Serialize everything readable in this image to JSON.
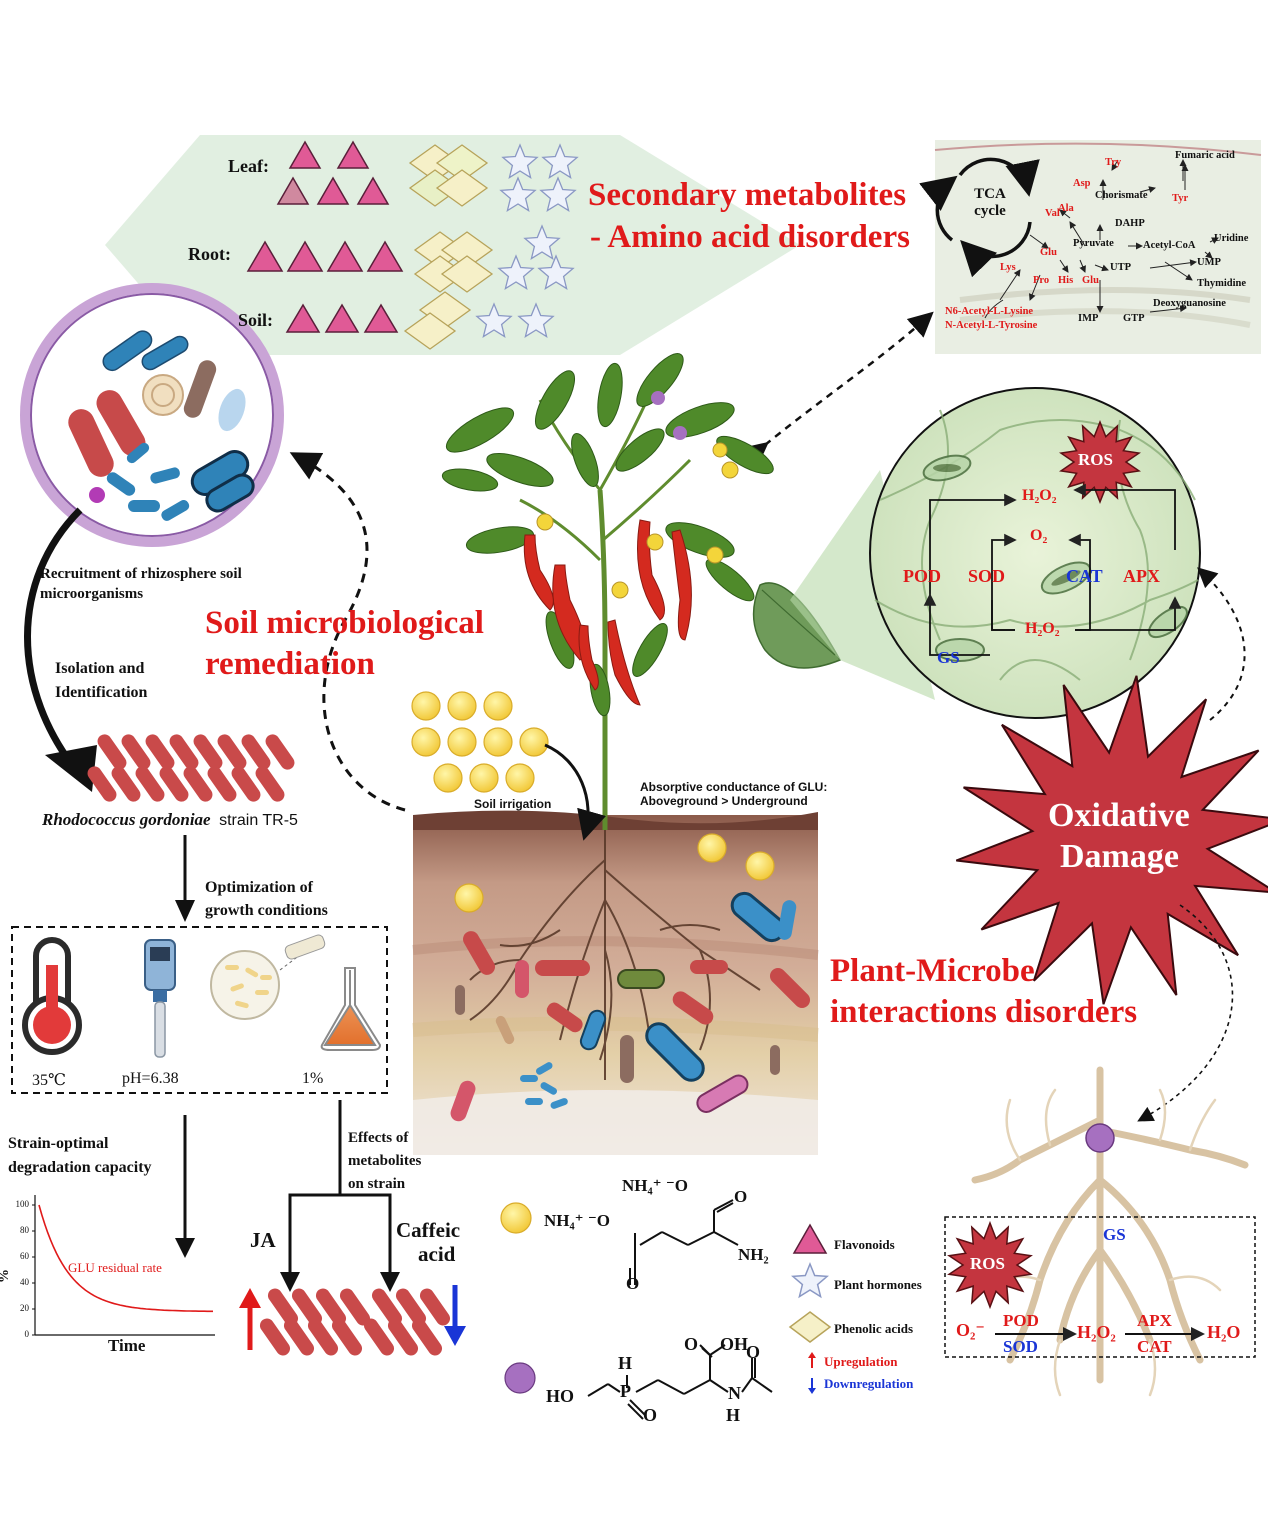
{
  "metabolites_panel": {
    "title_line1": "Secondary metabolites",
    "title_line2": "- Amino acid disorders",
    "rows": [
      {
        "label": "Leaf:",
        "flavonoids": 5,
        "phenolic_acids": 4,
        "plant_hormones": 4
      },
      {
        "label": "Root:",
        "flavonoids": 4,
        "phenolic_acids": 4,
        "plant_hormones": 3
      },
      {
        "label": "Soil:",
        "flavonoids": 3,
        "phenolic_acids": 2,
        "plant_hormones": 2
      }
    ]
  },
  "pathway": {
    "tca": "TCA cycle",
    "nodes": [
      "Fumaric acid",
      "Try",
      "Asp",
      "Chorismate",
      "Tyr",
      "Val",
      "Ala",
      "DAHP",
      "Pyruvate",
      "Acetyl-CoA",
      "Uridine",
      "Glu",
      "UTP",
      "UMP",
      "Lys",
      "Pro",
      "His",
      "Glu",
      "Thymidine",
      "Deoxyguanosine",
      "N6-Acetyl-L-Lysine",
      "N-Acetyl-L-Tyrosine",
      "IMP",
      "GTP"
    ]
  },
  "left_flow": {
    "recruitment": "Recruitment of rhizosphere soil microorganisms",
    "isolation_line1": "Isolation and",
    "isolation_line2": "Identification",
    "strain_italic": "Rhodococcus gordoniae",
    "strain_suffix": "strain TR-5",
    "optimization_line1": "Optimization of",
    "optimization_line2": "growth conditions",
    "temp": "35℃",
    "ph": "pH=6.38",
    "pct": "1%",
    "degradation_line1": "Strain-optimal",
    "degradation_line2": "degradation capacity",
    "effects_line1": "Effects of",
    "effects_line2": "metabolites",
    "effects_line3": "on strain",
    "ja": "JA",
    "caffeic_line1": "Caffeic",
    "caffeic_line2": "acid"
  },
  "decay_chart": {
    "ylabel": "%",
    "xlabel": "Time",
    "series_label": "GLU residual rate",
    "yticks": [
      0,
      20,
      40,
      60,
      80,
      100
    ]
  },
  "center": {
    "remediation_line1": "Soil microbiological",
    "remediation_line2": "remediation",
    "soil_irrigation": "Soil irrigation",
    "absorptive_line1": "Absorptive conductance of GLU:",
    "absorptive_line2": "Aboveground > Underground",
    "interactions_line1": "Plant-Microbe",
    "interactions_line2": "interactions disorders"
  },
  "oxidative": {
    "title_line1": "Oxidative",
    "title_line2": "Damage",
    "ros": "ROS",
    "h2o2": "H₂O₂",
    "o2": "O₂",
    "pod": "POD",
    "sod": "SOD",
    "cat": "CAT",
    "apx": "APX",
    "gs": "GS"
  },
  "root_box": {
    "gs": "GS",
    "ros": "ROS",
    "o2_minus": "O₂⁻",
    "pod": "POD",
    "sod": "SOD",
    "h2o2": "H₂O₂",
    "apx": "APX",
    "cat": "CAT",
    "h2o": "H₂O"
  },
  "chemistry": {
    "glufosinate_top": "NH₄⁺ ⁻O",
    "glufosinate_left": "NH₄⁺ ⁻O",
    "nh2": "NH₂",
    "o": "O",
    "n_acetyl_oh": "OH",
    "ho": "HO",
    "p": "P",
    "h": "H",
    "n": "N"
  },
  "legend": {
    "flavonoids": "Flavonoids",
    "plant_hormones": "Plant hormones",
    "phenolic_acids": "Phenolic acids",
    "upregulation": "Upregulation",
    "downregulation": "Downregulation"
  },
  "colors": {
    "accent_red": "#e01a1a",
    "accent_blue": "#1a35d6",
    "flavonoid_fill": "#e05a96",
    "phenolic_fill": "#f6f0c8",
    "hormone_stroke": "#8a98c4",
    "panel_green": "#dcecdc",
    "starburst": "#c4353f"
  }
}
